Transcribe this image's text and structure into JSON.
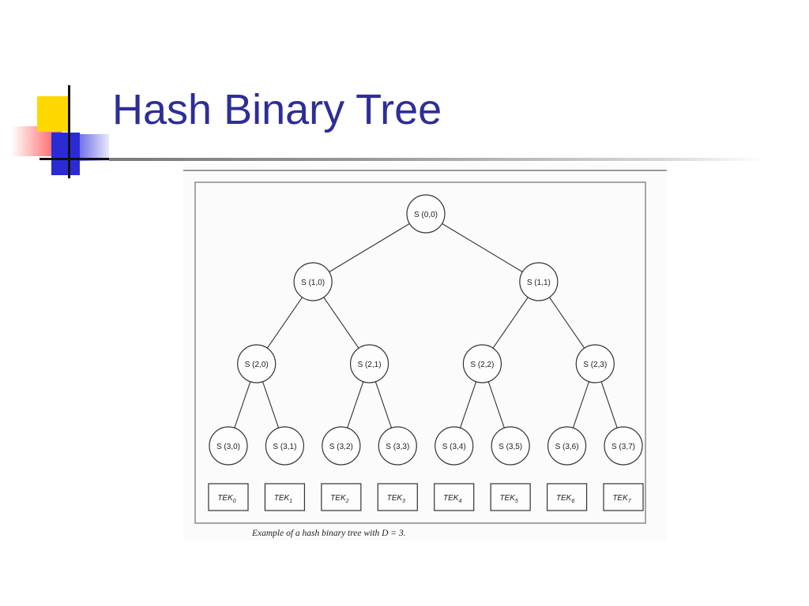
{
  "slide": {
    "title": "Hash Binary Tree"
  },
  "diagram": {
    "caption": "Example of a hash binary tree with D = 3.",
    "depth": 3,
    "levels": [
      [
        "S (0,0)"
      ],
      [
        "S (1,0)",
        "S (1,1)"
      ],
      [
        "S (2,0)",
        "S (2,1)",
        "S (2,2)",
        "S (2,3)"
      ],
      [
        "S (3,0)",
        "S (3,1)",
        "S (3,2)",
        "S (3,3)",
        "S (3,4)",
        "S (3,5)",
        "S (3,6)",
        "S (3,7)"
      ]
    ],
    "leaves": [
      {
        "base": "TEK",
        "sub": "0"
      },
      {
        "base": "TEK",
        "sub": "1"
      },
      {
        "base": "TEK",
        "sub": "2"
      },
      {
        "base": "TEK",
        "sub": "3"
      },
      {
        "base": "TEK",
        "sub": "4"
      },
      {
        "base": "TEK",
        "sub": "5"
      },
      {
        "base": "TEK",
        "sub": "6"
      },
      {
        "base": "TEK",
        "sub": "7"
      }
    ]
  },
  "colors": {
    "title": "#2e2e96",
    "accent_yellow": "#ffd800",
    "accent_blue": "#2b2bd6",
    "accent_red": "#ff5252"
  }
}
